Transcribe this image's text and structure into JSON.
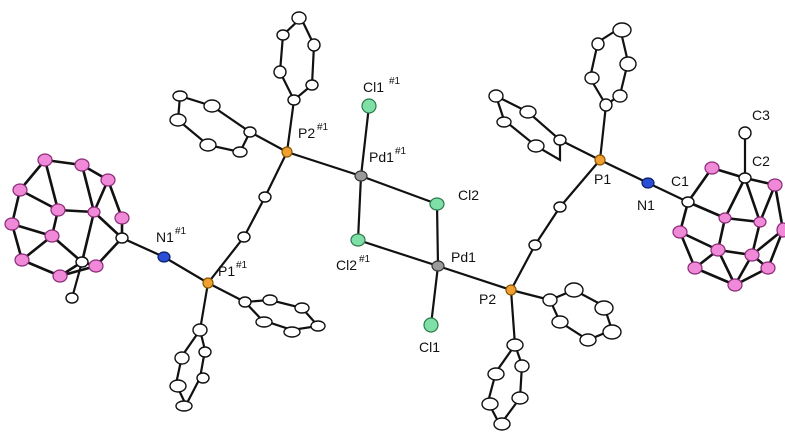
{
  "figure": {
    "labels": {
      "cl1_sym": "Cl1",
      "cl1_sym_sup": "#1",
      "pd1_sym": "Pd1",
      "pd1_sym_sup": "#1",
      "p2_sym": "P2",
      "p2_sym_sup": "#1",
      "p1_sym": "P1",
      "p1_sym_sup": "#1",
      "n1_sym": "N1",
      "n1_sym_sup": "#1",
      "cl2_sym": "Cl2",
      "cl2_sym_sup": "#1",
      "cl2": "Cl2",
      "pd1": "Pd1",
      "cl1": "Cl1",
      "p2": "P2",
      "p1": "P1",
      "n1": "N1",
      "c1": "C1",
      "c2": "C2",
      "c3": "C3"
    },
    "colors": {
      "bond": "#111111",
      "pd": "#9a9a9a",
      "cl": "#7ee0a6",
      "p": "#f0a030",
      "n": "#2a4fd6",
      "boron": "#f08ad8",
      "carbon": "#ffffff"
    }
  }
}
